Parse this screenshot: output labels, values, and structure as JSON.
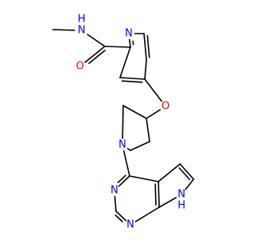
{
  "structure": {
    "colors": {
      "bond": "#000000",
      "N": "#0000ff",
      "O": "#ff0000",
      "background": "#ffffff"
    },
    "atom_labels": [
      {
        "id": "a-nh-amide",
        "text": "N",
        "h": "H",
        "element": "N"
      },
      {
        "id": "a-o-carbonyl",
        "text": "O",
        "element": "O"
      },
      {
        "id": "a-n-pyridine",
        "text": "N",
        "element": "N"
      },
      {
        "id": "a-o-ether",
        "text": "O",
        "element": "O"
      },
      {
        "id": "a-n-pyrrolidine",
        "text": "N",
        "element": "N"
      },
      {
        "id": "a-n-pyrimidine-3",
        "text": "N",
        "element": "N"
      },
      {
        "id": "a-n-pyrimidine-1",
        "text": "N",
        "element": "N"
      },
      {
        "id": "a-nh-pyrrole",
        "text": "N",
        "h": "H",
        "element": "N"
      }
    ]
  }
}
